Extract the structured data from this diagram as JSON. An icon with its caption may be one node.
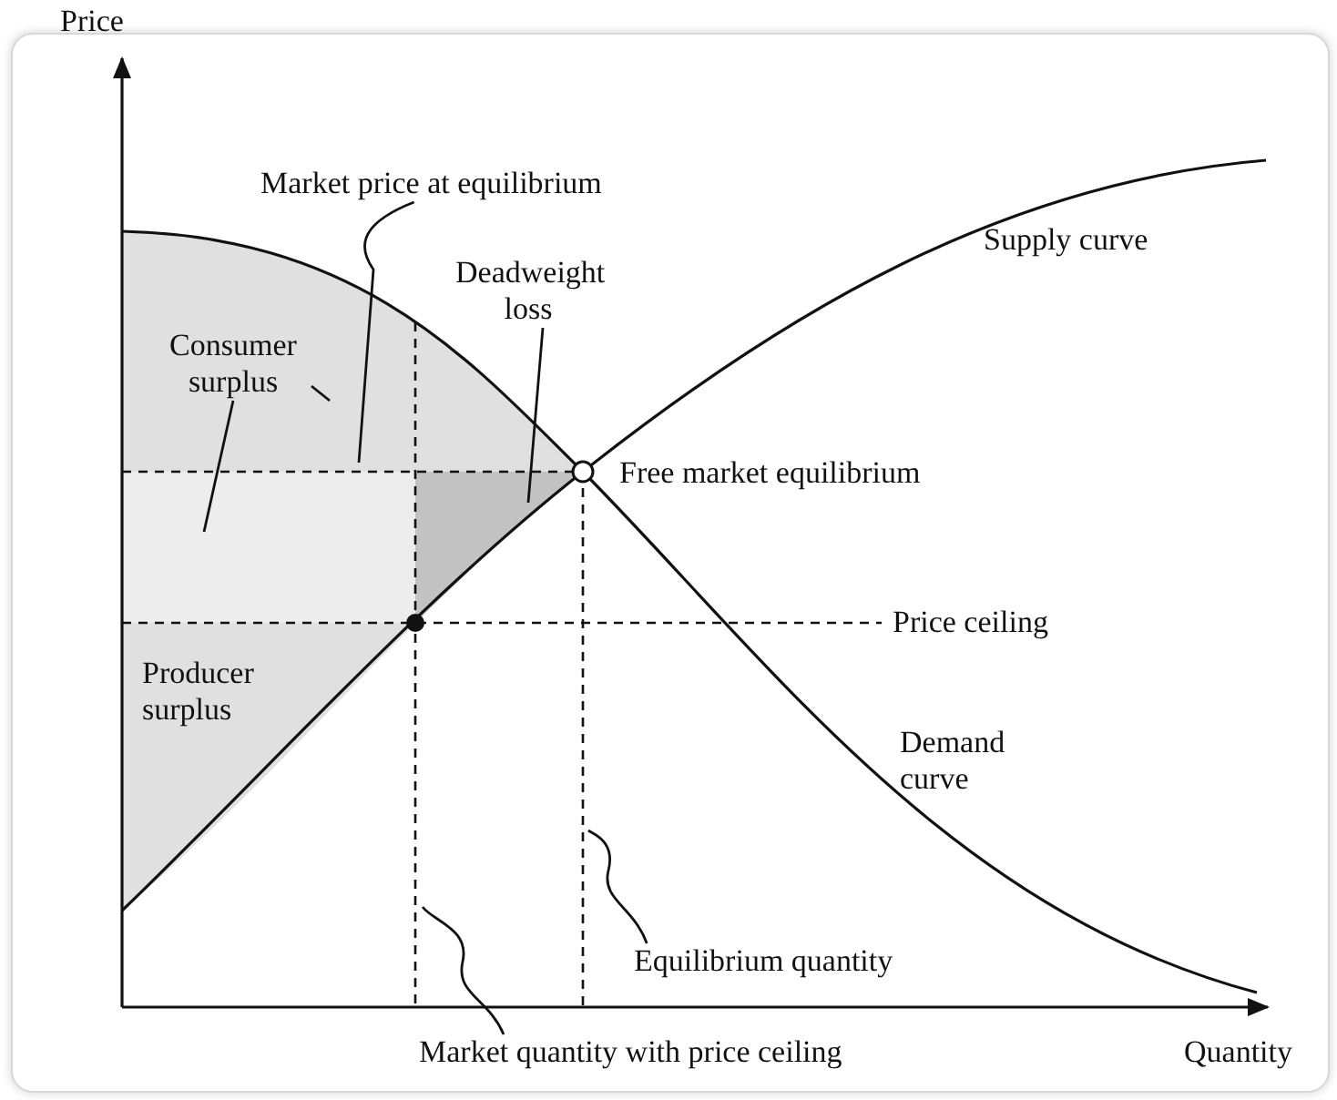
{
  "diagram": {
    "nodes": [
      {
        "text": [
          "Market price at equilibrium"
        ]
      },
      {
        "text": [
          "Deadweight loss"
        ]
      },
      {
        "text": [
          "Consumer surplus"
        ]
      },
      {
        "text": [
          "Equilibrium quantity"
        ]
      },
      {
        "text": [
          "Market quantity with price ceiling"
        ]
      }
    ],
    "edges": [
      {
        "from": 0,
        "to": null,
        "arrow": "none"
      },
      {
        "from": 1,
        "to": null,
        "arrow": "none"
      },
      {
        "from": 2,
        "to": null,
        "arrow": "none"
      },
      {
        "from": 2,
        "to": null,
        "arrow": "none"
      },
      {
        "from": 3,
        "to": null,
        "arrow": "none"
      },
      {
        "from": 4,
        "to": null,
        "arrow": "none"
      }
    ],
    "labels": [
      "Price",
      "Supply curve",
      "Free market equilibrium",
      "Price ceiling",
      "Producer surplus",
      "Demand curve",
      "Quantity"
    ]
  }
}
